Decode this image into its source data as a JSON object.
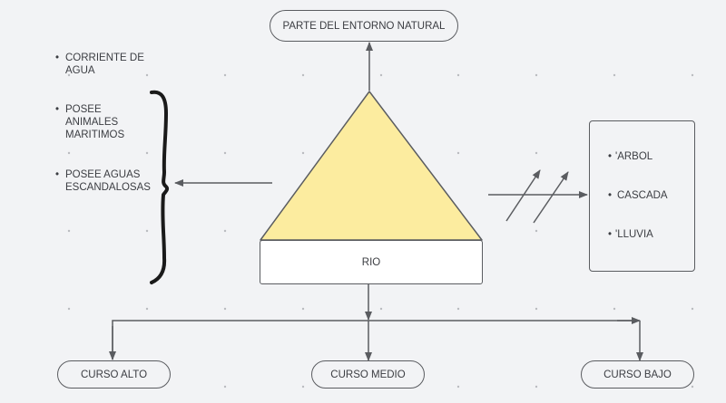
{
  "diagram": {
    "title": "RIO",
    "top_node": {
      "label": "PARTE DEL ENTORNO NATURAL"
    },
    "center_node": {
      "label": "RIO",
      "triangle_fill": "#fcec9f",
      "box_fill": "#ffffff"
    },
    "left_notes": {
      "items": [
        {
          "text": "CORRIENTE DE",
          "text2": "AGUA"
        },
        {
          "text": "POSEE",
          "text2": "ANIMALES",
          "text3": "MARITIMOS"
        },
        {
          "text": "POSEE AGUAS",
          "text2": "ESCANDALOSAS"
        }
      ]
    },
    "right_box": {
      "items": [
        {
          "bullet": "•",
          "text": "'ARBOL"
        },
        {
          "bullet": "•",
          "text": "CASCADA"
        },
        {
          "bullet": "•",
          "text": "'LLUVIA"
        }
      ]
    },
    "bottom_nodes": [
      {
        "label": "CURSO ALTO"
      },
      {
        "label": "CURSO MEDIO"
      },
      {
        "label": "CURSO BAJO"
      }
    ],
    "bullet_char": "•",
    "colors": {
      "background": "#f2f3f5",
      "stroke": "#5a5c60",
      "text": "#3b3d42",
      "brace": "#1a1a1a",
      "grid_dot": "#b9bbbf"
    }
  }
}
